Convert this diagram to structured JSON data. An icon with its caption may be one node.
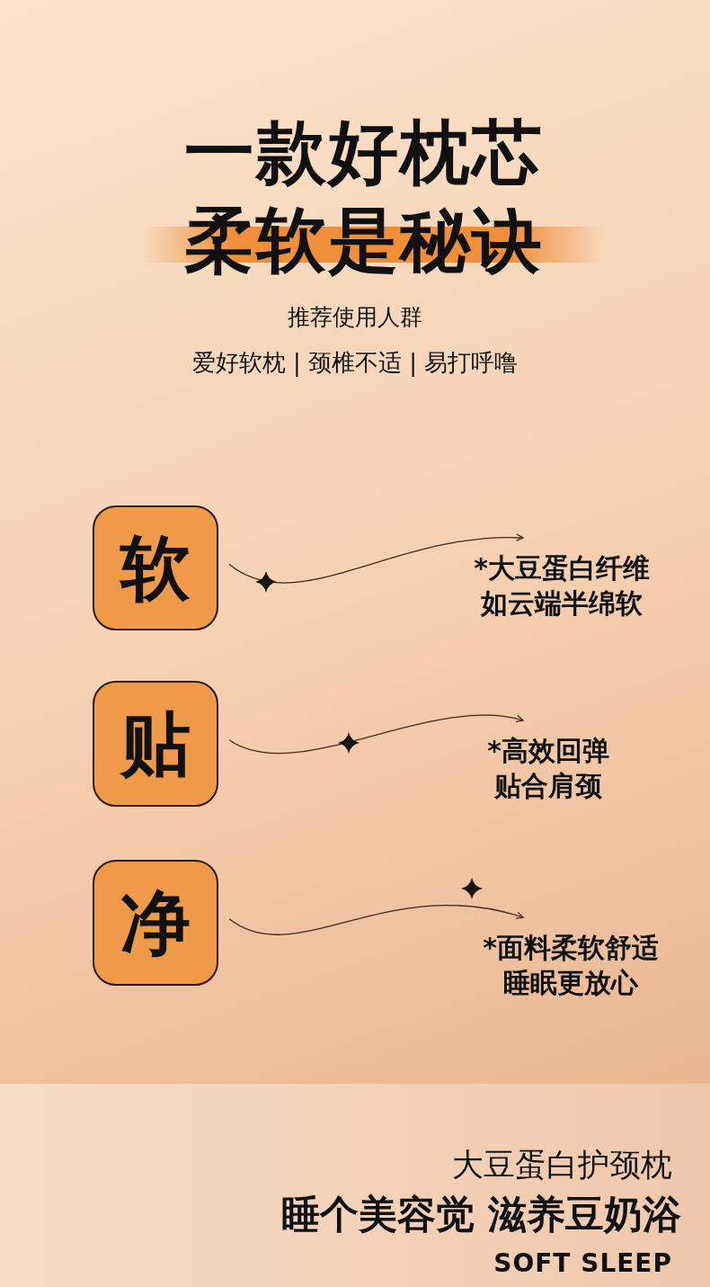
{
  "diagram": {
    "title": "一款好枕芯柔软是秘诀",
    "nodes": [
      {
        "text": [
          "软"
        ]
      },
      {
        "text": [
          "*大豆蛋白纤维如云端半绵软"
        ]
      },
      {
        "text": [
          "贴"
        ]
      },
      {
        "text": [
          "*高效回弹贴合肩颈"
        ]
      },
      {
        "text": [
          "净"
        ]
      },
      {
        "text": [
          "*面料柔软舒适睡眠更放心"
        ]
      }
    ],
    "edges": [
      {
        "from": 0,
        "to": 1,
        "arrow": "to"
      },
      {
        "from": 2,
        "to": 3,
        "arrow": "to"
      },
      {
        "from": 4,
        "to": 5,
        "arrow": "to"
      }
    ],
    "labels": [
      "推荐使用人群",
      "爱好软枕 | 颈椎不适 | 易打呼噜",
      "大豆蛋白护颈枕",
      "睡个美容觉 滋养豆奶浴",
      "SOFT SLEEP"
    ]
  }
}
